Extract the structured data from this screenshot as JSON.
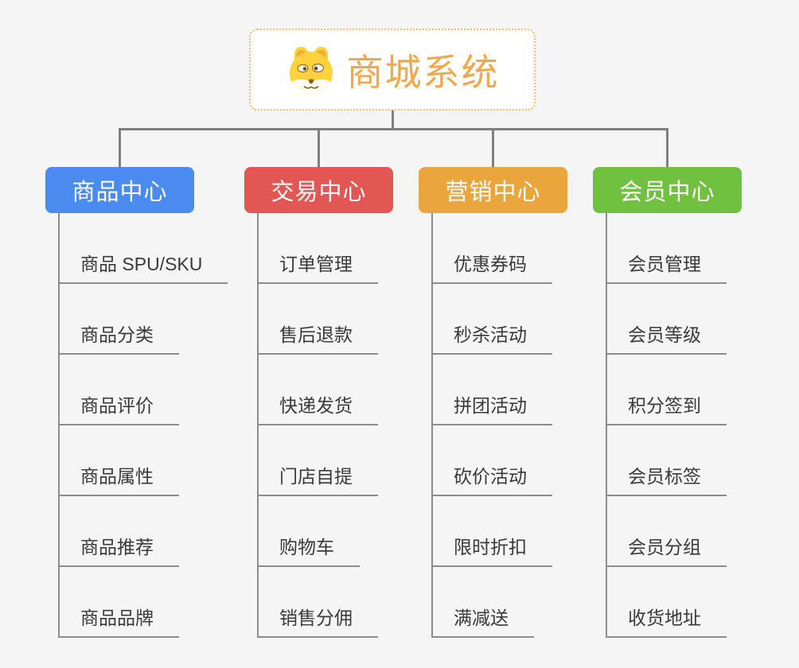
{
  "root": {
    "label": "商城系统",
    "icon": "dog-face-icon"
  },
  "branches": [
    {
      "label": "商品中心",
      "color": "#4a8bf0",
      "items": [
        "商品 SPU/SKU",
        "商品分类",
        "商品评价",
        "商品属性",
        "商品推荐",
        "商品品牌"
      ]
    },
    {
      "label": "交易中心",
      "color": "#e25753",
      "items": [
        "订单管理",
        "售后退款",
        "快递发货",
        "门店自提",
        "购物车",
        "销售分佣"
      ]
    },
    {
      "label": "营销中心",
      "color": "#eaa63c",
      "items": [
        "优惠券码",
        "秒杀活动",
        "拼团活动",
        "砍价活动",
        "限时折扣",
        "满减送"
      ]
    },
    {
      "label": "会员中心",
      "color": "#6fc13f",
      "items": [
        "会员管理",
        "会员等级",
        "积分签到",
        "会员标签",
        "会员分组",
        "收货地址"
      ]
    }
  ],
  "colors": {
    "background": "#f5f5f5",
    "connector": "#7f7f7f",
    "underline": "#8c8c8c",
    "item_text": "#3a3a3a",
    "root_text": "#f1a74a",
    "root_border": "#f2bd6c"
  }
}
